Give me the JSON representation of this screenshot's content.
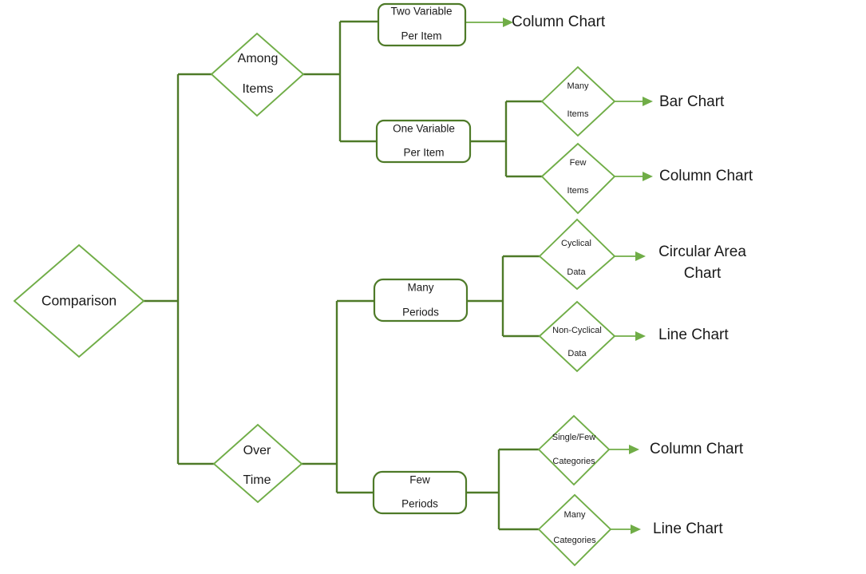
{
  "diagram": {
    "title": "Comparison chart selection decision tree",
    "colors": {
      "connector_dark": "#4E7A28",
      "connector_light": "#70AD47",
      "diamond_stroke": "#70AD47",
      "box_stroke": "#4E7A28",
      "text": "#1a1a1a",
      "background": "#ffffff"
    },
    "root": {
      "id": "comparison",
      "shape": "diamond",
      "line1": "Comparison",
      "line2": ""
    },
    "decisions": [
      {
        "id": "among-items",
        "shape": "diamond",
        "line1": "Among",
        "line2": "Items"
      },
      {
        "id": "over-time",
        "shape": "diamond",
        "line1": "Over",
        "line2": "Time"
      },
      {
        "id": "many-items",
        "shape": "diamond",
        "line1": "Many",
        "line2": "Items"
      },
      {
        "id": "few-items",
        "shape": "diamond",
        "line1": "Few",
        "line2": "Items"
      },
      {
        "id": "cyclical-data",
        "shape": "diamond",
        "line1": "Cyclical",
        "line2": "Data"
      },
      {
        "id": "non-cyclical-data",
        "shape": "diamond",
        "line1": "Non-Cyclical",
        "line2": "Data"
      },
      {
        "id": "single-few-categories",
        "shape": "diamond",
        "line1": "Single/Few",
        "line2": "Categories"
      },
      {
        "id": "many-categories",
        "shape": "diamond",
        "line1": "Many",
        "line2": "Categories"
      }
    ],
    "processes": [
      {
        "id": "two-variable-per-item",
        "shape": "rounded-rect",
        "line1": "Two Variable",
        "line2": "Per Item"
      },
      {
        "id": "one-variable-per-item",
        "shape": "rounded-rect",
        "line1": "One Variable",
        "line2": "Per Item"
      },
      {
        "id": "many-periods",
        "shape": "rounded-rect",
        "line1": "Many",
        "line2": "Periods"
      },
      {
        "id": "few-periods",
        "shape": "rounded-rect",
        "line1": "Few",
        "line2": "Periods"
      }
    ],
    "outcomes": [
      {
        "id": "outcome-1",
        "line1": "Column Chart",
        "line2": ""
      },
      {
        "id": "outcome-2",
        "line1": "Bar Chart",
        "line2": ""
      },
      {
        "id": "outcome-3",
        "line1": "Column Chart",
        "line2": ""
      },
      {
        "id": "outcome-4",
        "line1": "Circular Area",
        "line2": "Chart"
      },
      {
        "id": "outcome-5",
        "line1": "Line Chart",
        "line2": ""
      },
      {
        "id": "outcome-6",
        "line1": "Column Chart",
        "line2": ""
      },
      {
        "id": "outcome-7",
        "line1": "Line Chart",
        "line2": ""
      }
    ],
    "paths": [
      "Comparison > Among Items > Two Variable Per Item > Column Chart",
      "Comparison > Among Items > One Variable Per Item > Many Items > Bar Chart",
      "Comparison > Among Items > One Variable Per Item > Few Items > Column Chart",
      "Comparison > Over Time > Many Periods > Cyclical Data > Circular Area Chart",
      "Comparison > Over Time > Many Periods > Non-Cyclical Data > Line Chart",
      "Comparison > Over Time > Few Periods > Single/Few Categories > Column Chart",
      "Comparison > Over Time > Few Periods > Many Categories > Line Chart"
    ]
  }
}
